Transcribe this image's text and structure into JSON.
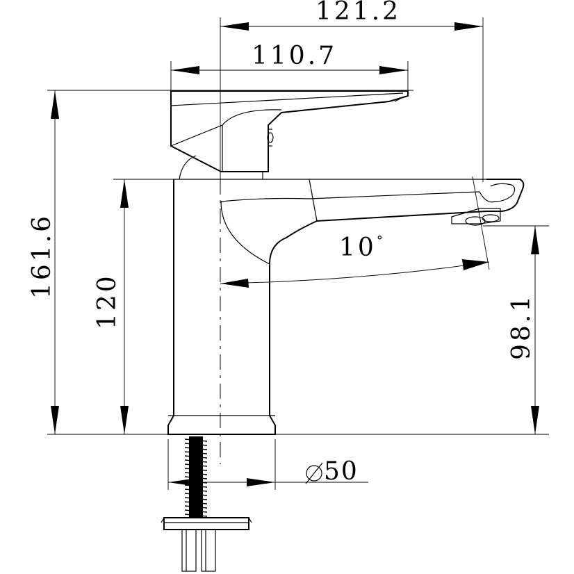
{
  "dimensions": {
    "overall_reach": "121.2",
    "handle_reach": "110.7",
    "total_height": "161.6",
    "body_height": "120",
    "outlet_height": "98.1",
    "spout_angle": "10",
    "base_diameter": "50"
  }
}
